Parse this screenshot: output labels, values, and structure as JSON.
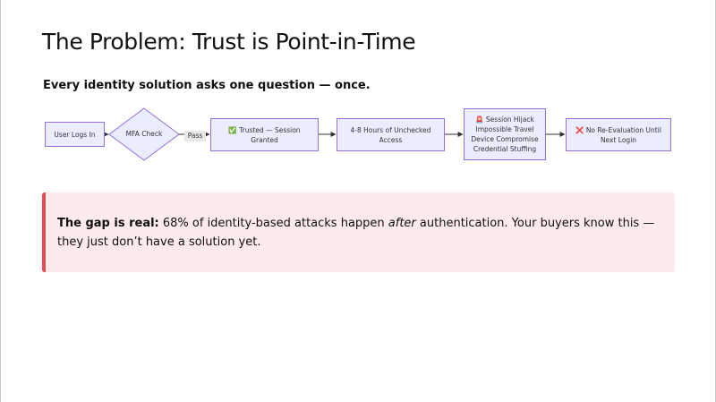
{
  "slide": {
    "title": "The Problem: Trust is Point-in-Time",
    "subtitle": "Every identity solution asks one question — once."
  },
  "flowchart": {
    "nodes": {
      "user_logs_in": "User Logs In",
      "mfa_check": "MFA Check",
      "trusted_emoji": "✅",
      "trusted_line1": "Trusted — Session",
      "trusted_line2": "Granted",
      "unchecked_line1": "4-8 Hours of Unchecked",
      "unchecked_line2": "Access",
      "threats_emoji": "🚨",
      "threats_line1": "Session Hijack",
      "threats_line2": "Impossible Travel",
      "threats_line3": "Device Compromise",
      "threats_line4": "Credential Stuffing",
      "no_reeval_emoji": "❌",
      "no_reeval_line1": "No Re-Evaluation Until",
      "no_reeval_line2": "Next Login"
    },
    "edge_labels": {
      "pass": "Pass"
    },
    "colors": {
      "node_fill": "#ececff",
      "node_stroke": "#9370db",
      "edge": "#333333"
    }
  },
  "callout": {
    "lead": "The gap is real:",
    "text_before_emphasis": " 68% of identity-based attacks happen ",
    "emphasis": "after",
    "text_after_emphasis": " authentication. Your buyers know this — they just don’t have a solution yet.",
    "accent_color": "#e5484d",
    "background_color": "#fdeaea"
  }
}
